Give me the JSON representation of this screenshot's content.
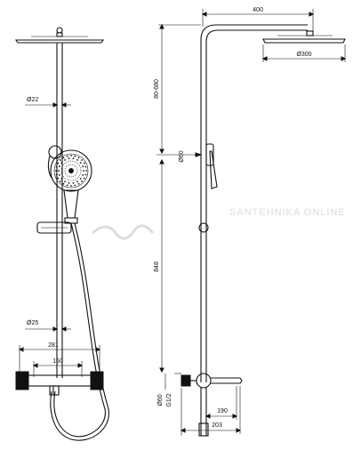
{
  "watermark": "SANTEHNIKA ONLINE",
  "front_view": {
    "pipe_diameter": "Ø22",
    "lower_pipe_diameter": "Ø25",
    "width_total": "281",
    "center_distance": "150"
  },
  "side_view": {
    "arm_length": "400",
    "head_diameter": "Ø300",
    "adjustable_height": "80-680",
    "bracket_diameter": "Ø60",
    "column_height": "848",
    "flange_diameter": "Ø60",
    "thread": "G1/2",
    "spout_length": "190",
    "spout_total": "203"
  },
  "colors": {
    "line": "#111111",
    "watermark": "#d8dde4"
  }
}
